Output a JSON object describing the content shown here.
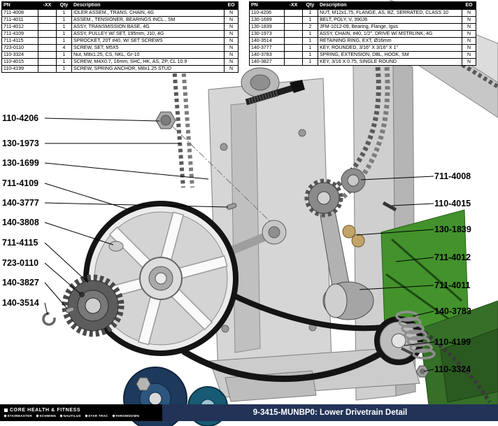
{
  "tables": {
    "headers": {
      "pn": "PN",
      "xx": "-XX",
      "qty": "Qty",
      "description": "Description",
      "eo": "EO"
    },
    "left": {
      "rows": [
        {
          "pn": "711-4008",
          "qty": "1",
          "desc": "IDLER ASSEM., TRANS. CHAIN, 4G",
          "eo": "N"
        },
        {
          "pn": "711-4011",
          "qty": "1",
          "desc": "ASSEM., TENSIONER, BEARINGS INCL., SM",
          "eo": "N"
        },
        {
          "pn": "711-4012",
          "qty": "1",
          "desc": "ASSY, TRANSMISSION BASE, 4G",
          "eo": "N"
        },
        {
          "pn": "711-4109",
          "qty": "1",
          "desc": "ASSY, PULLEY W/ SET, 195mm, J10, 4G",
          "eo": "N"
        },
        {
          "pn": "711-4115",
          "qty": "1",
          "desc": "SPROCKET, 20T #40, W/ SET SCREWS",
          "eo": "N"
        },
        {
          "pn": "723-0110",
          "qty": "4",
          "desc": "SCREW, SET, M5X5",
          "eo": "N"
        },
        {
          "pn": "110-3324",
          "qty": "1",
          "desc": "Nut, M8x1.25, CS, NKL, Gr-10",
          "eo": "N"
        },
        {
          "pn": "110-4015",
          "qty": "1",
          "desc": "SCREW, M4X0.7, 16mm, SHC, HK, AS, ZP, CL 10.9",
          "eo": "N"
        },
        {
          "pn": "110-4199",
          "qty": "1",
          "desc": "SCREW, SPRING ANCHOR, M8x1.25 STUD",
          "eo": "N"
        }
      ]
    },
    "right": {
      "rows": [
        {
          "pn": "110-4206",
          "qty": "1",
          "desc": "NUT, M12x1.75, FLANGE, AS, BZ, SERRATED, CLASS 10",
          "eo": "N"
        },
        {
          "pn": "130-1699",
          "qty": "1",
          "desc": "BELT, POLY, V, 390J6",
          "eo": "N"
        },
        {
          "pn": "130-1839",
          "qty": "2",
          "desc": "JFM-1012-09, Bearing, Flange, Igus",
          "eo": "N"
        },
        {
          "pn": "130-1973",
          "qty": "1",
          "desc": "ASSY, CHAIN, #40, 1/2\", DRIVE W/ MSTRLINK, 4G",
          "eo": "N"
        },
        {
          "pn": "140-3514",
          "qty": "1",
          "desc": "RETAINING RING, EXT, Ø16mm",
          "eo": "N"
        },
        {
          "pn": "140-3777",
          "qty": "1",
          "desc": "KEY, ROUNDED, 3/16\" X 3/16\" X 1\"",
          "eo": "N"
        },
        {
          "pn": "140-3783",
          "qty": "1",
          "desc": "SPRING, EXTENSION, DBL, HOOK, SM",
          "eo": "N"
        },
        {
          "pn": "140-3827",
          "qty": "1",
          "desc": "KEY, 3/16 X 0.75, SINGLE ROUND",
          "eo": "N"
        }
      ]
    }
  },
  "callouts": {
    "left": [
      "110-4206",
      "130-1973",
      "130-1699",
      "711-4109",
      "140-3777",
      "140-3808",
      "711-4115",
      "723-0110",
      "140-3827",
      "140-3514"
    ],
    "right": [
      "711-4008",
      "110-4015",
      "130-1839",
      "711-4012",
      "711-4011",
      "140-3783",
      "110-4199",
      "110-3324"
    ]
  },
  "footer": {
    "company": "CORE HEALTH & FITNESS",
    "brands": [
      "StairMaster",
      "Schwinn",
      "Nautilus",
      "Star Trac",
      "Throwdown"
    ],
    "title": "9-3415-MUNBP0: Lower Drivetrain Detail"
  },
  "colors": {
    "table_header_bg": "#000000",
    "footer_bar": "#223357",
    "footer_left_bg": "#000000",
    "frame_gray": "#d6d6d6",
    "green_shroud": "#43922c",
    "belt_black": "#141414",
    "flywheel_navy": "#1d3a5c",
    "caster_teal": "#175a74"
  }
}
